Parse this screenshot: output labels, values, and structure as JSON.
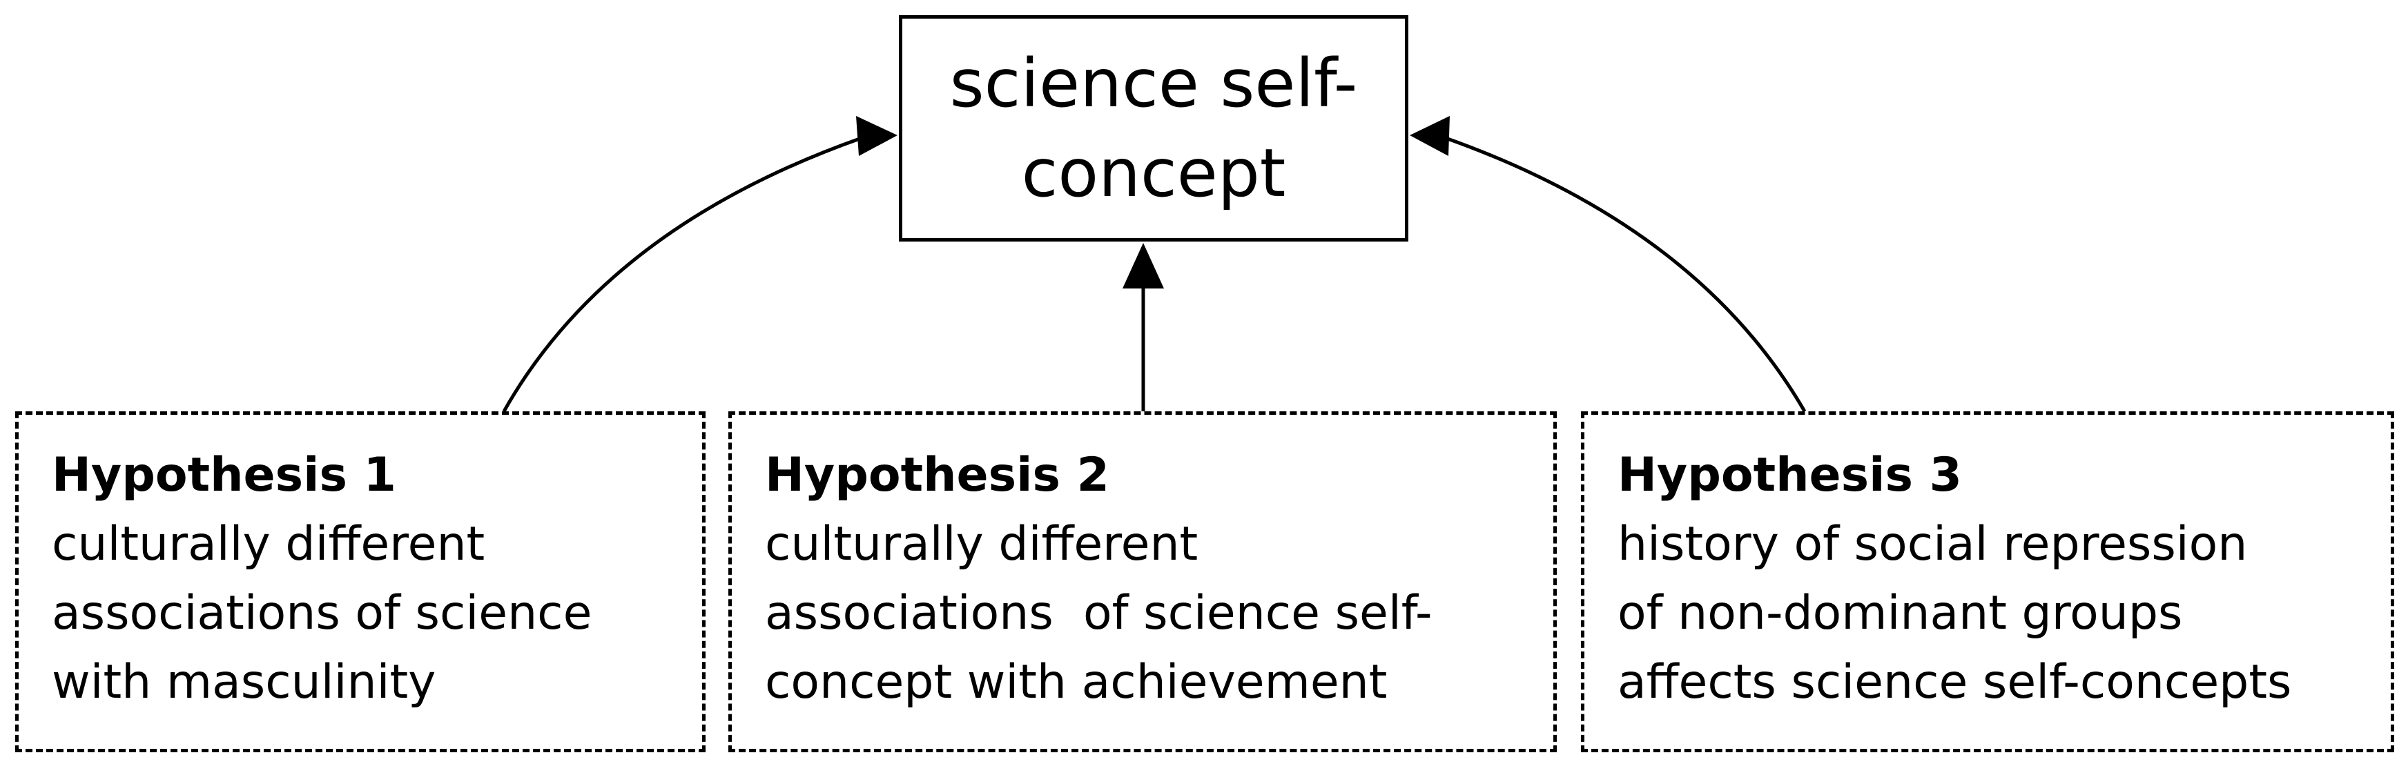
{
  "central": {
    "label": "science self-concept"
  },
  "hypotheses": [
    {
      "title": "Hypothesis 1",
      "lines": [
        "culturally different",
        "associations of science",
        "with masculinity"
      ]
    },
    {
      "title": "Hypothesis 2",
      "lines": [
        "culturally different",
        "associations  of science self-",
        "concept with achievement"
      ]
    },
    {
      "title": "Hypothesis 3",
      "lines": [
        "history of social repression",
        "of non-dominant groups",
        "affects science self-concepts"
      ]
    }
  ],
  "colors": {
    "stroke": "#000000",
    "background": "#ffffff",
    "text": "#000000"
  }
}
